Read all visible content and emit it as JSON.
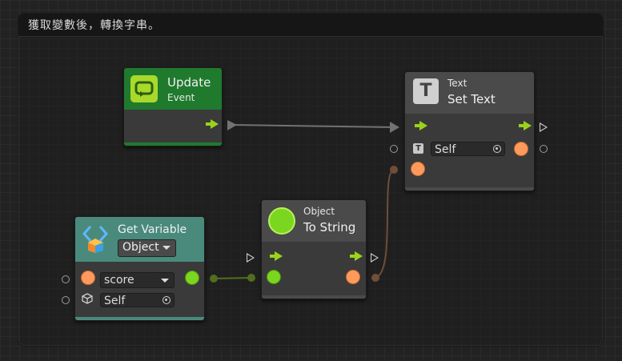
{
  "group": {
    "title": "獲取變數後，轉換字串。"
  },
  "nodes": {
    "update": {
      "title": "Update",
      "subtitle": "Event",
      "color": "#1f7a2e"
    },
    "set_text": {
      "category": "Text",
      "title": "Set Text",
      "self_value": "Self",
      "icon_letter": "T"
    },
    "to_string": {
      "category": "Object",
      "title": "To String"
    },
    "get_variable": {
      "title": "Get Variable",
      "kind_value": "Object",
      "name_value": "score",
      "self_value": "Self",
      "color": "#4a8a7c"
    }
  },
  "colors": {
    "flow": "#9ad31a",
    "value_orange": "#ff9a5c",
    "value_green": "#7ad61e",
    "wire_green": "#8fd11f",
    "wire_orange": "#d88a55"
  }
}
